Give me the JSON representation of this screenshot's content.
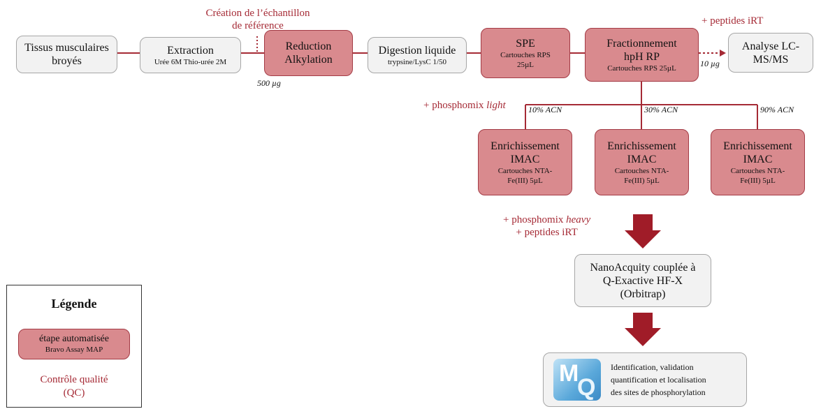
{
  "steps": {
    "tissus": {
      "line1": "Tissus musculaires",
      "line2": "broyés"
    },
    "extraction": {
      "title": "Extraction",
      "sub": "Urée 6M Thio-urée 2M"
    },
    "reduction": {
      "line1": "Reduction",
      "line2": "Alkylation"
    },
    "digestion": {
      "title": "Digestion liquide",
      "sub": "trypsine/LysC 1/50"
    },
    "spe": {
      "title": "SPE",
      "sub1": "Cartouches RPS",
      "sub2": "25µL"
    },
    "fractionnement": {
      "line1": "Fractionnement",
      "line2": "hpH RP",
      "sub": "Cartouches RPS 25µL"
    },
    "analyse": {
      "line1": "Analyse LC-",
      "line2": "MS/MS"
    },
    "enrich": [
      {
        "line1": "Enrichissement",
        "line2": "IMAC",
        "sub1": "Cartouches NTA-",
        "sub2": "Fe(III) 5µL"
      },
      {
        "line1": "Enrichissement",
        "line2": "IMAC",
        "sub1": "Cartouches NTA-",
        "sub2": "Fe(III) 5µL"
      },
      {
        "line1": "Enrichissement",
        "line2": "IMAC",
        "sub1": "Cartouches NTA-",
        "sub2": "Fe(III) 5µL"
      }
    ],
    "nano": {
      "line1": "NanoAcquity couplée à",
      "line2": "Q-Exactive HF-X",
      "line3": "(Orbitrap)"
    },
    "maxquant": {
      "line1": "Identification, validation",
      "line2": "quantification et localisation",
      "line3": "des sites de phosphorylation"
    }
  },
  "annotations": {
    "creation_line1": "Création de l’échantillon",
    "creation_line2": "de référence",
    "amount_500": "500 µg",
    "amount_10": "10 µg",
    "peptides_irt_top": "+ peptides iRT",
    "phosphomix_light_prefix": "+ phosphomix ",
    "phosphomix_light_word": "light",
    "acn_10": "10% ACN",
    "acn_30": "30% ACN",
    "acn_90": "90% ACN",
    "phosphomix_heavy_prefix": "+ phosphomix ",
    "phosphomix_heavy_word": "heavy",
    "peptides_irt_bottom": "+ peptides iRT"
  },
  "legend": {
    "title": "Légende",
    "automated_line1": "étape automatisée",
    "automated_line2": "Bravo Assay MAP",
    "qc_line1": "Contrôle qualité",
    "qc_line2": "(QC)"
  },
  "colors": {
    "automated_fill": "#d98a8e",
    "manual_fill": "#f2f2f2",
    "accent_red": "#a52a35",
    "arrow_red": "#a01c28"
  },
  "icons": {
    "maxquant": "maxquant-logo-icon"
  }
}
